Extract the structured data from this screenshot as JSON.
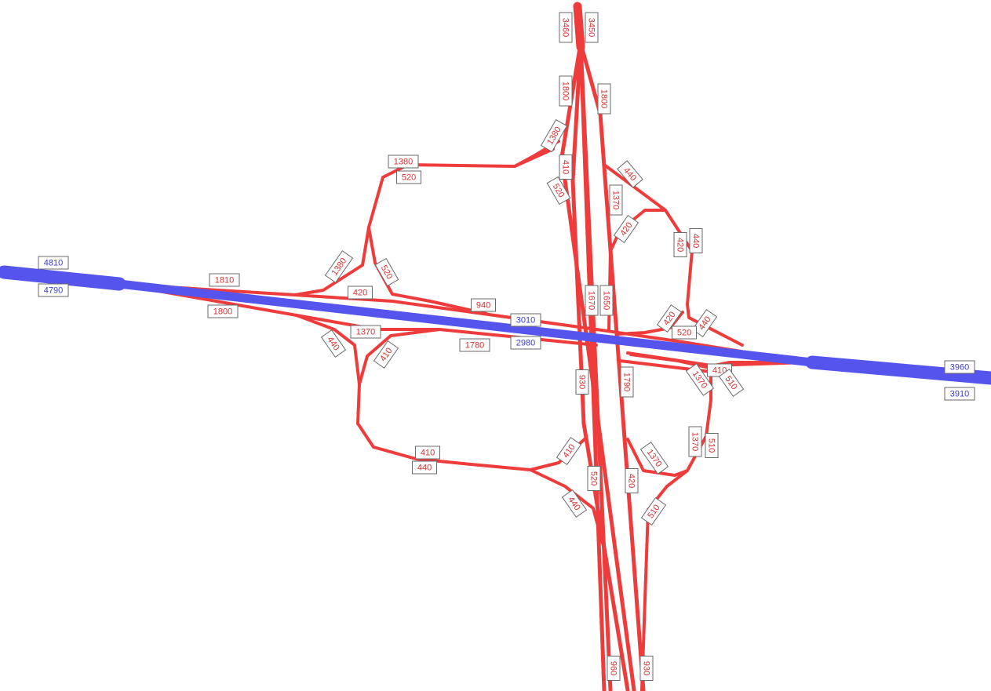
{
  "colors": {
    "highway": "#5555ee",
    "ramp": "#ee3c3c",
    "highway_text": "#3a3ad8",
    "ramp_text": "#d83030"
  },
  "highway_labels": {
    "west_top": "4810",
    "west_bottom": "4790",
    "center_top": "3010",
    "center_bottom": "2980",
    "east_top": "3960",
    "east_bottom": "3910"
  },
  "ramp_labels": {
    "north_left": "3460",
    "north_right": "3450",
    "nw_trunk_left": "1800",
    "nw_trunk_right": "1800",
    "north_ramp_1380": "1380",
    "north_ramp_410": "410",
    "north_ramp_520": "520",
    "ne_440_a": "440",
    "ne_1370": "1370",
    "ne_420_a": "420",
    "ne_440_b": "440",
    "ne_420_b": "420",
    "ne_420_c": "420",
    "ne_440_c": "440",
    "ne_520": "520",
    "nw_loop_1380": "1380",
    "nw_loop_520": "520",
    "nw_diag_1380": "1380",
    "nw_diag_520": "520",
    "w_top_1810": "1810",
    "w_bottom_1800": "1800",
    "w_420": "420",
    "c_940": "940",
    "c_1370": "1370",
    "c_1780": "1780",
    "sw_440": "440",
    "sw_410": "410",
    "c_1670": "1670",
    "c_1650": "1650",
    "s_930": "930",
    "s_1790": "1790",
    "e_410": "410",
    "e_1370": "1370",
    "e_510": "510",
    "sw_loop_410": "410",
    "sw_loop_440": "440",
    "s_410": "410",
    "s_440": "440",
    "s_520": "520",
    "s_420": "420",
    "se_1370": "1370",
    "se_1370_b": "1370",
    "se_510": "510",
    "se_510_b": "510",
    "south_left": "960",
    "south_right": "930"
  }
}
